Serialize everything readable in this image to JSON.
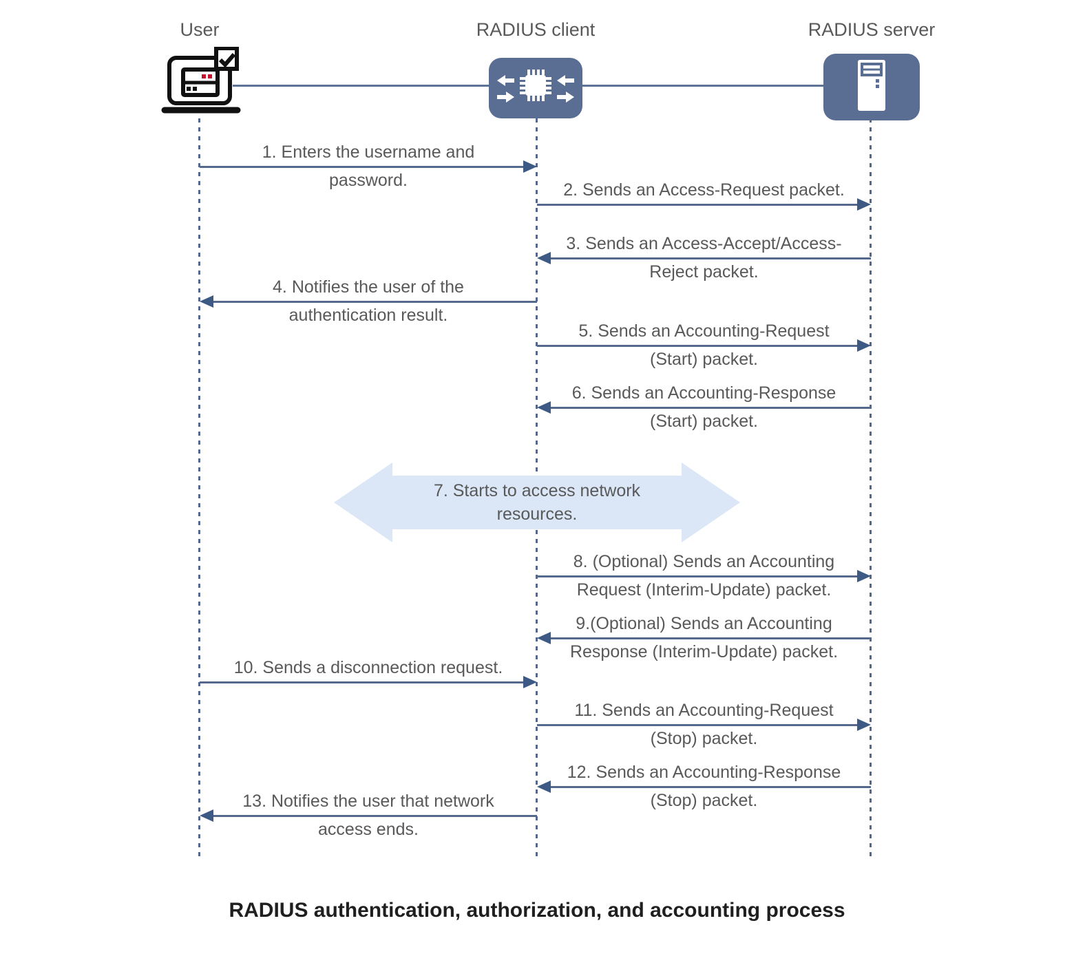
{
  "diagram": {
    "caption": "RADIUS authentication, authorization, and accounting process"
  },
  "actors": [
    {
      "name": "User",
      "icon": "laptop-check-icon"
    },
    {
      "name": "RADIUS client",
      "icon": "network-device-icon"
    },
    {
      "name": "RADIUS server",
      "icon": "server-icon"
    }
  ],
  "messages": [
    {
      "num": 1,
      "from": "User",
      "to": "RADIUS client",
      "direction": "right",
      "line1": "1. Enters the username and",
      "line2": "password."
    },
    {
      "num": 2,
      "from": "RADIUS client",
      "to": "RADIUS server",
      "direction": "right",
      "line1": "2. Sends an Access-Request packet.",
      "line2": ""
    },
    {
      "num": 3,
      "from": "RADIUS server",
      "to": "RADIUS client",
      "direction": "left",
      "line1": "3. Sends an Access-Accept/Access-",
      "line2": "Reject packet."
    },
    {
      "num": 4,
      "from": "RADIUS client",
      "to": "User",
      "direction": "left",
      "line1": "4. Notifies the user of the",
      "line2": "authentication result."
    },
    {
      "num": 5,
      "from": "RADIUS client",
      "to": "RADIUS server",
      "direction": "right",
      "line1": "5. Sends an Accounting-Request",
      "line2": "(Start) packet."
    },
    {
      "num": 6,
      "from": "RADIUS server",
      "to": "RADIUS client",
      "direction": "left",
      "line1": "6. Sends an Accounting-Response",
      "line2": "(Start) packet."
    },
    {
      "num": 7,
      "from": "User",
      "to": "RADIUS server",
      "direction": "both",
      "line1": "7. Starts to access network",
      "line2": "resources."
    },
    {
      "num": 8,
      "from": "RADIUS client",
      "to": "RADIUS server",
      "direction": "right",
      "line1": "8. (Optional) Sends an Accounting",
      "line2": "Request (Interim-Update) packet."
    },
    {
      "num": 9,
      "from": "RADIUS server",
      "to": "RADIUS client",
      "direction": "left",
      "line1": "9.(Optional) Sends an Accounting",
      "line2": "Response (Interim-Update) packet."
    },
    {
      "num": 10,
      "from": "User",
      "to": "RADIUS client",
      "direction": "right",
      "line1": "10. Sends a disconnection request.",
      "line2": ""
    },
    {
      "num": 11,
      "from": "RADIUS client",
      "to": "RADIUS server",
      "direction": "right",
      "line1": "11. Sends an Accounting-Request",
      "line2": "(Stop) packet."
    },
    {
      "num": 12,
      "from": "RADIUS server",
      "to": "RADIUS client",
      "direction": "left",
      "line1": "12. Sends an Accounting-Response",
      "line2": "(Stop) packet."
    },
    {
      "num": 13,
      "from": "RADIUS client",
      "to": "User",
      "direction": "left",
      "line1": "13. Notifies the user that network",
      "line2": "access ends."
    }
  ],
  "colors": {
    "line": "#53688c",
    "arrowhead": "#3d5a85",
    "icon_fill": "#5a6e93",
    "highlight_arrow_fill": "#dbe7f6",
    "message_text": "#595959",
    "actor_label_text": "#595959",
    "caption_text": "#1f1f1f",
    "laptop_outline": "#111111",
    "laptop_accent_red": "#c3112b"
  }
}
